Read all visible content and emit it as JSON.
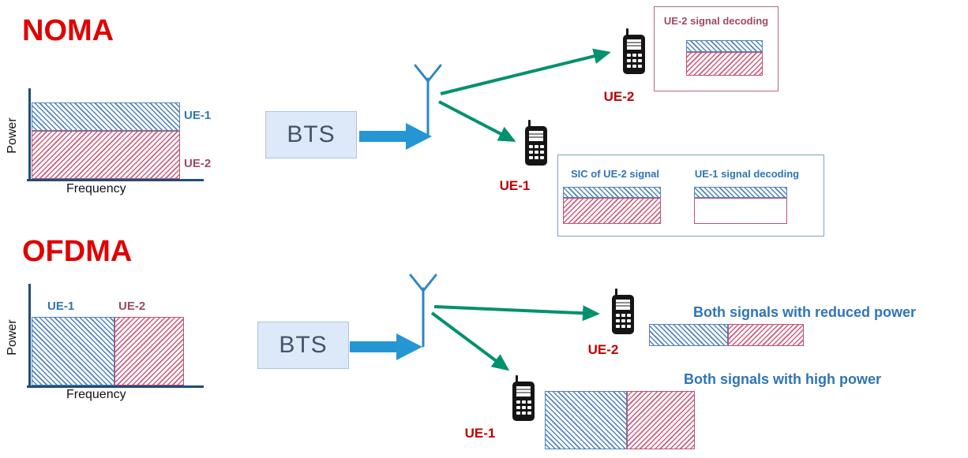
{
  "colors": {
    "title_red": "#e00000",
    "phone_label_red": "#c00000",
    "blue_accent": "#2e75b6",
    "maroon_accent": "#9c4a63",
    "green_arrow": "#00916e",
    "thick_arrow_blue": "#2596d4",
    "axis_blue": "#1f4e79",
    "bts_fill": "#dde9f8"
  },
  "noma": {
    "title": "NOMA",
    "chart": {
      "power_label": "Power",
      "frequency_label": "Frequency",
      "ue1_label": "UE-1",
      "ue2_label": "UE-2"
    },
    "bts_label": "BTS",
    "ue2_phone_label": "UE-2",
    "ue1_phone_label": "UE-1",
    "ue2_decode_title": "UE-2 signal decoding",
    "sic_title": "SIC of UE-2 signal",
    "ue1_decode_title": "UE-1 signal decoding"
  },
  "ofdma": {
    "title": "OFDMA",
    "chart": {
      "power_label": "Power",
      "frequency_label": "Frequency",
      "ue1_label": "UE-1",
      "ue2_label": "UE-2"
    },
    "bts_label": "BTS",
    "ue2_phone_label": "UE-2",
    "ue1_phone_label": "UE-1",
    "reduced_power_text": "Both signals with reduced power",
    "high_power_text": "Both signals with high power"
  }
}
